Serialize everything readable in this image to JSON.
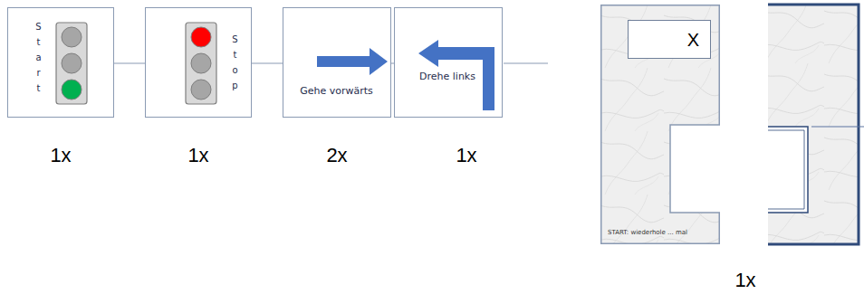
{
  "diagram": {
    "nodes": [
      {
        "text": [
          "Start"
        ]
      },
      {
        "text": [
          "Stop"
        ]
      },
      {
        "text": [
          "Gehe vorwärts"
        ]
      },
      {
        "text": [
          "Drehe links"
        ]
      },
      {
        "text": [
          "START: wiederhole ... mal"
        ]
      },
      {
        "text": [
          "X"
        ],
        "in": 4
      }
    ],
    "edges": [
      {
        "from": 0,
        "to": 1,
        "arrow": "none"
      },
      {
        "from": 1,
        "to": 2,
        "arrow": "none"
      },
      {
        "from": 2,
        "to": 3,
        "arrow": "none"
      }
    ],
    "labels": [
      "1x",
      "1x",
      "2x",
      "1x",
      "1x"
    ]
  }
}
